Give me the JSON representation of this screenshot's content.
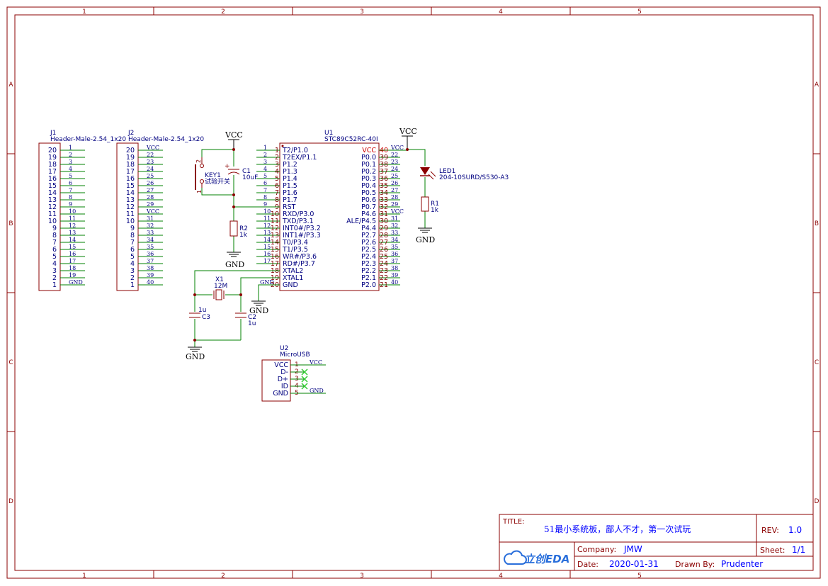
{
  "sheet": {
    "zone_columns": [
      "1",
      "2",
      "3",
      "4",
      "5"
    ],
    "zone_rows": [
      "A",
      "B",
      "C",
      "D"
    ]
  },
  "colors": {
    "border": "#8B0000",
    "wire": "#008000",
    "label": "#0000FF",
    "pin_number": "#800000",
    "power_flag": "#000000",
    "led": "#8B0000",
    "no_connect": "#33CC33",
    "logo": "#2A6FDB"
  },
  "title_block": {
    "title_label": "TITLE:",
    "title": "51最小系统板，鄙人不才，第一次试玩",
    "rev_label": "REV:",
    "rev": "1.0",
    "company_label": "Company:",
    "company": "JMW",
    "sheet_label": "Sheet:",
    "sheet": "1/1",
    "date_label": "Date:",
    "date": "2020-01-31",
    "drawn_label": "Drawn By:",
    "drawn_by": "Prudenter",
    "logo_text": "立创EDA"
  },
  "components": {
    "j1": {
      "ref": "J1",
      "value": "Header-Male-2.54_1x20",
      "pin_numbers": [
        "20",
        "19",
        "18",
        "17",
        "16",
        "15",
        "14",
        "13",
        "12",
        "11",
        "10",
        "9",
        "8",
        "7",
        "6",
        "5",
        "4",
        "3",
        "2",
        "1"
      ],
      "net_labels": [
        "1",
        "2",
        "3",
        "4",
        "5",
        "6",
        "7",
        "8",
        "9",
        "10",
        "11",
        "12",
        "13",
        "14",
        "15",
        "16",
        "17",
        "18",
        "19",
        "GND"
      ]
    },
    "j2": {
      "ref": "J2",
      "value": "Header-Male-2.54_1x20",
      "pin_numbers": [
        "20",
        "19",
        "18",
        "17",
        "16",
        "15",
        "14",
        "13",
        "12",
        "11",
        "10",
        "9",
        "8",
        "7",
        "6",
        "5",
        "4",
        "3",
        "2",
        "1"
      ],
      "net_labels": [
        "VCC",
        "22",
        "23",
        "24",
        "25",
        "26",
        "27",
        "28",
        "29",
        "VCC",
        "31",
        "32",
        "33",
        "34",
        "35",
        "36",
        "37",
        "38",
        "39",
        "40"
      ]
    },
    "u1": {
      "ref": "U1",
      "value": "STC89C52RC-40I",
      "left_pins": [
        "T2/P1.0",
        "T2EX/P1.1",
        "P1.2",
        "P1.3",
        "P1.4",
        "P1.5",
        "P1.6",
        "P1.7",
        "RST",
        "RXD/P3.0",
        "TXD/P3.1",
        "INT0#/P3.2",
        "INT1#/P3.3",
        "T0/P3.4",
        "T1/P3.5",
        "WR#/P3.6",
        "RD#/P3.7",
        "XTAL2",
        "XTAL1",
        "GND"
      ],
      "left_nums": [
        "1",
        "2",
        "3",
        "4",
        "5",
        "6",
        "7",
        "8",
        "9",
        "10",
        "11",
        "12",
        "13",
        "14",
        "15",
        "16",
        "17",
        "18",
        "19",
        "20"
      ],
      "left_nets": [
        "1",
        "2",
        "3",
        "4",
        "5",
        "6",
        "7",
        "8",
        "9",
        "10",
        "11",
        "12",
        "13",
        "14",
        "15",
        "16",
        "17",
        "18",
        "19",
        "GND"
      ],
      "right_pins": [
        "VCC",
        "P0.0",
        "P0.1",
        "P0.2",
        "P0.3",
        "P0.4",
        "P0.5",
        "P0.6",
        "P0.7",
        "P4.6",
        "ALE/P4.5",
        "P4.4",
        "P2.7",
        "P2.6",
        "P2.5",
        "P2.4",
        "P2.3",
        "P2.2",
        "P2.1",
        "P2.0"
      ],
      "right_nums": [
        "40",
        "39",
        "38",
        "37",
        "36",
        "35",
        "34",
        "33",
        "32",
        "31",
        "30",
        "29",
        "28",
        "27",
        "26",
        "25",
        "24",
        "23",
        "22",
        "21"
      ],
      "right_nets": [
        "VCC",
        "22",
        "23",
        "24",
        "25",
        "26",
        "27",
        "28",
        "29",
        "VCC",
        "31",
        "32",
        "33",
        "34",
        "35",
        "36",
        "37",
        "38",
        "39",
        "40"
      ]
    },
    "key1": {
      "ref": "KEY1",
      "value": "试验开关",
      "pin_top": "2",
      "pin_bottom": "1"
    },
    "c1": {
      "ref": "C1",
      "value": "10uF",
      "plus": "+"
    },
    "r2": {
      "ref": "R2",
      "value": "1k"
    },
    "r1": {
      "ref": "R1",
      "value": "1k"
    },
    "led1": {
      "ref": "LED1",
      "value": "204-10SURD/S530-A3"
    },
    "x1": {
      "ref": "X1",
      "value": "12M"
    },
    "c2": {
      "ref": "C2",
      "value": "1u"
    },
    "c3": {
      "ref": "C3",
      "value": "1u"
    },
    "u2": {
      "ref": "U2",
      "value": "MicroUSB",
      "pins": [
        "VCC",
        "D-",
        "D+",
        "ID",
        "GND"
      ],
      "nums": [
        "1",
        "2",
        "3",
        "4",
        "5"
      ],
      "nets": [
        "VCC",
        "",
        "",
        "",
        "GND"
      ]
    }
  },
  "power": {
    "vcc": "VCC",
    "gnd": "GND"
  }
}
